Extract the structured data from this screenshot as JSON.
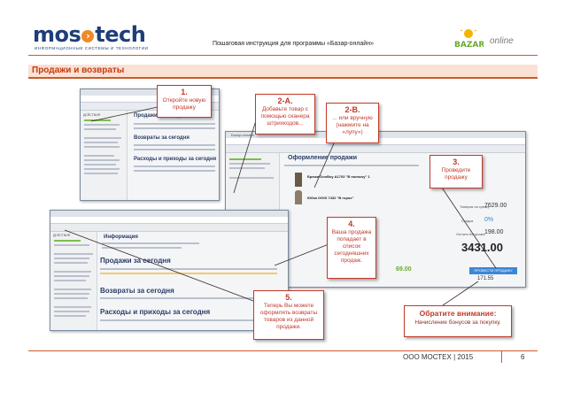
{
  "header": {
    "logo_brand_left": "mos",
    "logo_brand_right": "tech",
    "logo_tagline": "ИНФОРМАЦИОННЫЕ СИСТЕМЫ И ТЕХНОЛОГИИ",
    "title": "Пошаговая инструкция для программы «Базар-онлайн»",
    "logo_bazar": "BAZAR",
    "logo_online": "online"
  },
  "section": {
    "title": "Продажи и возвраты"
  },
  "screens": {
    "back": {
      "head1": "Продажи за сегодня",
      "head2": "Возвраты за сегодня",
      "head3": "Расходы и приходы за сегодня",
      "sidebar_label": "ДЕЙСТВИЯ"
    },
    "sale": {
      "window_title": "Базар-онлайн",
      "head": "Оформление продажи",
      "item1": "Брюки DonBoy A1703 \"В полоску\" 1",
      "item2": "Юбка OGGI 7432 \"В горох\"",
      "subtotal_label": "Товаров на сумму",
      "subtotal": "7629.00",
      "discount_label": "Скидка",
      "discount": "0%",
      "bonus_label": "Оплата бонусами",
      "bonus": "198.00",
      "total": "3431.00",
      "paid": "69.00",
      "accrued": "171.55",
      "sell_button": "ПРОВЕСТИ ПРОДАЖУ"
    },
    "front": {
      "info_head": "Информация",
      "head1": "Продажи за сегодня",
      "head2": "Возвраты за сегодня",
      "head3": "Расходы и приходы за сегодня",
      "sidebar_label": "ДЕЙСТВИЯ"
    }
  },
  "callouts": [
    {
      "num": "1.",
      "text": "Откройте новую продажу"
    },
    {
      "num": "2-А.",
      "text": "Добавьте товар с помощью сканера штрихкодов..."
    },
    {
      "num": "2-В.",
      "text": "... или вручную (нажмите на «лупу»)"
    },
    {
      "num": "3.",
      "text": "Проведите продажу"
    },
    {
      "num": "4.",
      "text": "Ваша продажа попадает в список сегодняшних продаж."
    },
    {
      "num": "5.",
      "text": "Теперь Вы можете оформлять возвраты товаров из данной продажи."
    }
  ],
  "note": {
    "title": "Обратите внимание:",
    "text": "Начисление бонусов за покупку."
  },
  "footer": {
    "company": "ООО МОСТЕХ | 2015",
    "page": "6"
  },
  "colors": {
    "accent": "#c0392b",
    "section_bg": "#fbe1d4",
    "brand": "#1f3d7a"
  }
}
